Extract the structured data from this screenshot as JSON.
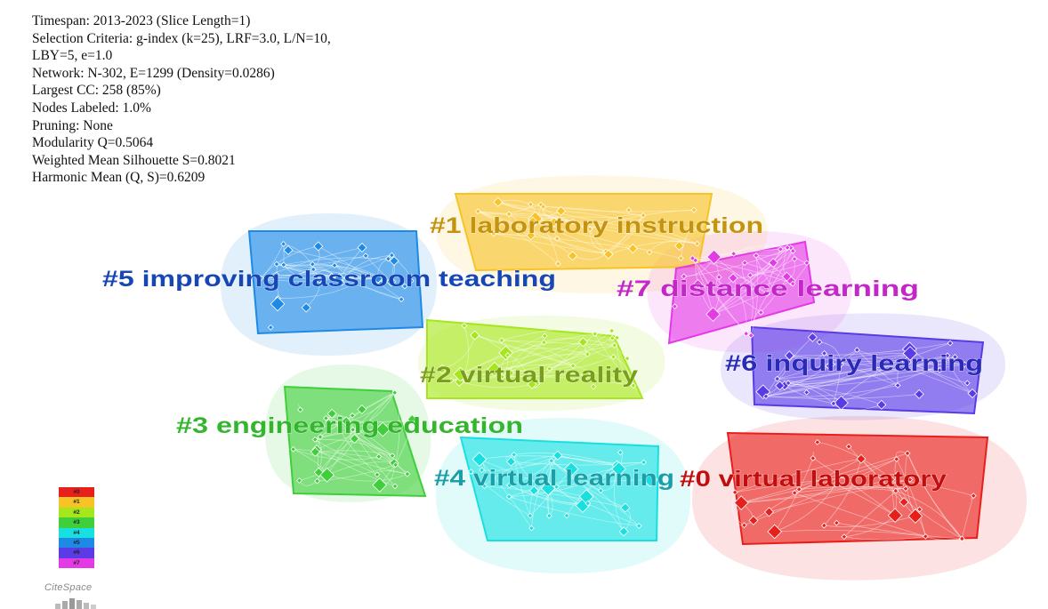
{
  "info": {
    "lines": [
      "Timespan: 2013-2023 (Slice Length=1)",
      "Selection Criteria: g-index (k=25), LRF=3.0, L/N=10,",
      "LBY=5, e=1.0",
      "Network: N-302, E=1299 (Density=0.0286)",
      "Largest CC: 258 (85%)",
      "Nodes Labeled: 1.0%",
      "Pruning: None",
      "Modularity Q=0.5064",
      "Weighted Mean Silhouette S=0.8021",
      "Harmonic Mean (Q, S)=0.6209"
    ]
  },
  "clusters": [
    {
      "id": "0",
      "label": "#0 virtual laboratory",
      "color": "#e8201c",
      "label_color": "#c40e0e"
    },
    {
      "id": "1",
      "label": "#1 laboratory instruction",
      "color": "#f7c327",
      "label_color": "#c49410"
    },
    {
      "id": "2",
      "label": "#2 virtual reality",
      "color": "#a6e61c",
      "label_color": "#7a9e1a"
    },
    {
      "id": "3",
      "label": "#3 engineering education",
      "color": "#3fcf3a",
      "label_color": "#34b52e"
    },
    {
      "id": "4",
      "label": "#4 virtual learning",
      "color": "#19e0e0",
      "label_color": "#1a9ea8"
    },
    {
      "id": "5",
      "label": "#5 improving classroom teaching",
      "color": "#1e8ae6",
      "label_color": "#1746b5"
    },
    {
      "id": "6",
      "label": "#6 inquiry learning",
      "color": "#5a3be6",
      "label_color": "#2a2ab8"
    },
    {
      "id": "7",
      "label": "#7 distance learning",
      "color": "#e43ae6",
      "label_color": "#c327c8"
    }
  ],
  "legend": [
    "#0",
    "#1",
    "#2",
    "#3",
    "#4",
    "#5",
    "#6",
    "#7"
  ],
  "logo_text": "CiteSpace"
}
